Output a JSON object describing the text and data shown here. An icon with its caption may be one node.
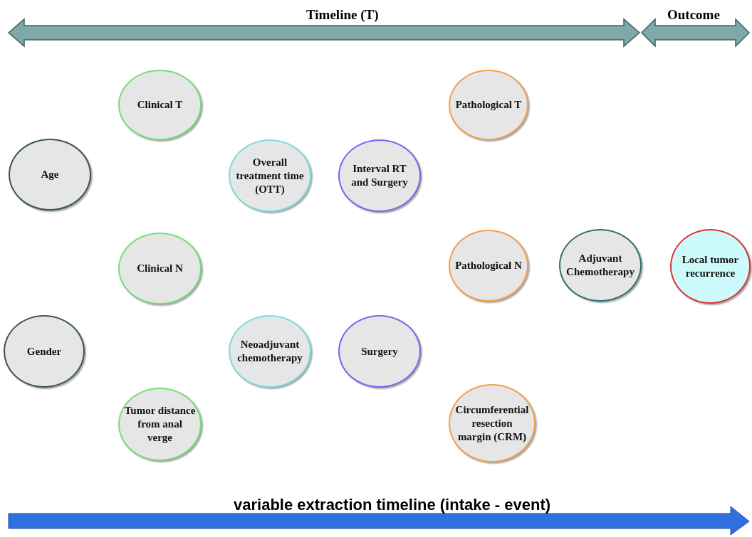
{
  "diagram": {
    "nodes": [
      {
        "text": [
          "Age"
        ]
      },
      {
        "text": [
          "Gender"
        ]
      },
      {
        "text": [
          "Clinical T"
        ]
      },
      {
        "text": [
          "Clinical N"
        ]
      },
      {
        "text": [
          "Tumor distance from anal verge"
        ]
      },
      {
        "text": [
          "Overall treatment time (OTT)"
        ]
      },
      {
        "text": [
          "Neoadjuvant chemotherapy"
        ]
      },
      {
        "text": [
          "Interval RT and Surgery"
        ]
      },
      {
        "text": [
          "Surgery"
        ]
      },
      {
        "text": [
          "Pathological T"
        ]
      },
      {
        "text": [
          "Pathological N"
        ]
      },
      {
        "text": [
          "Circumferential resection margin (CRM)"
        ]
      },
      {
        "text": [
          "Adjuvant Chemotherapy"
        ]
      },
      {
        "text": [
          "Local tumor recurrence"
        ]
      }
    ],
    "edges": [],
    "labels": [
      "Timeline (T)",
      "Outcome",
      "variable extraction timeline (intake - event)"
    ]
  }
}
